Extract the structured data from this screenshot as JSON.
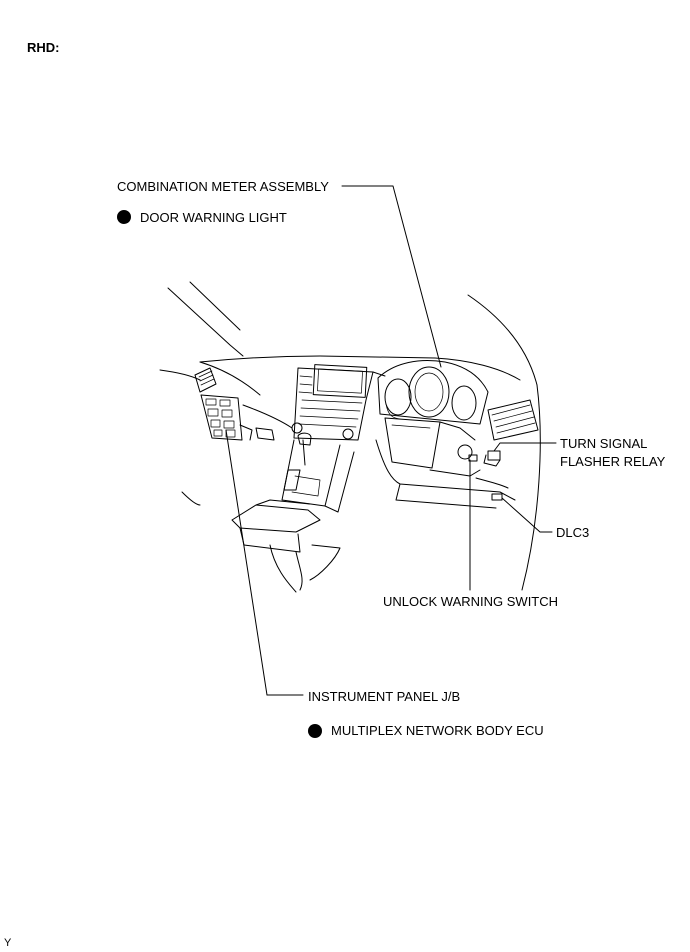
{
  "header": {
    "title": "RHD:"
  },
  "labels": {
    "combination_meter": "COMBINATION METER ASSEMBLY",
    "door_warning_light": "DOOR WARNING LIGHT",
    "turn_signal_line1": "TURN SIGNAL",
    "turn_signal_line2": "FLASHER RELAY",
    "dlc3": "DLC3",
    "unlock_warning_switch": "UNLOCK WARNING SWITCH",
    "instrument_panel_jb": "INSTRUMENT PANEL J/B",
    "multiplex_ecu": "MULTIPLEX NETWORK BODY ECU"
  },
  "footer": {
    "code": "Y"
  }
}
